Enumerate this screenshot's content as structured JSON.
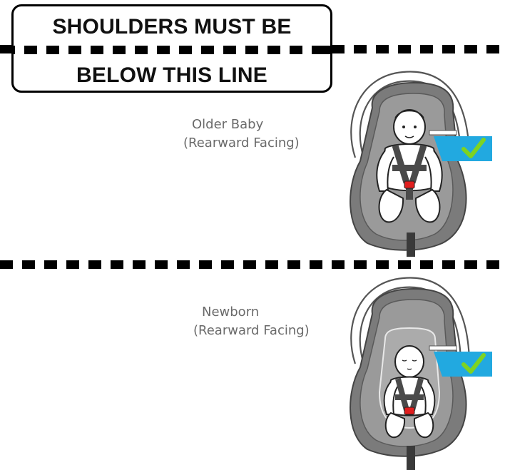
{
  "warning": {
    "line1": "SHOULDERS MUST BE",
    "line2": "BELOW THIS LINE"
  },
  "sections": [
    {
      "title": "Older Baby",
      "subtitle": "(Rearward Facing)",
      "status": "correct",
      "check_icon": "check-icon"
    },
    {
      "title": "Newborn",
      "subtitle": "(Rearward Facing)",
      "status": "correct",
      "check_icon": "check-icon"
    }
  ],
  "colors": {
    "seat_shell": "#7b7b7b",
    "seat_cushion": "#9a9a9a",
    "harness": "#4a4a4a",
    "buckle_red": "#e01e1e",
    "badge_blue": "#22a9e0",
    "check_green": "#7ed321",
    "dash": "#000000"
  }
}
